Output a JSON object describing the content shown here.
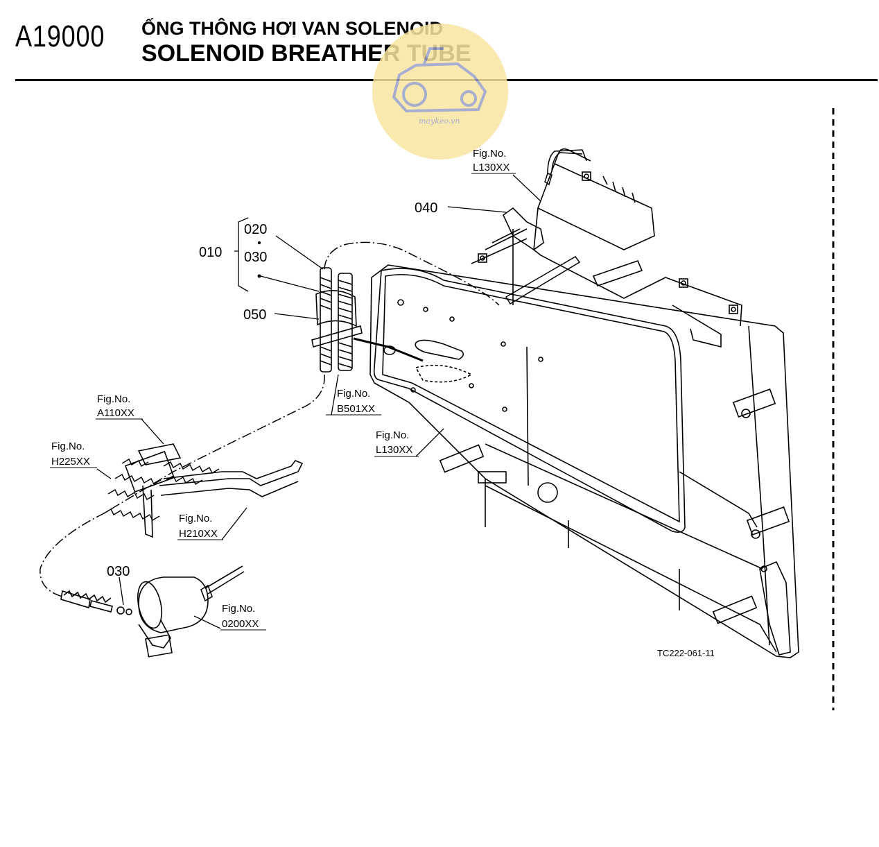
{
  "header": {
    "code": "A19000",
    "title_vi": "ỐNG THÔNG HƠI VAN SOLENOID",
    "title_en": "SOLENOID BREATHER TUBE"
  },
  "watermark": {
    "text": "maykeo.vn",
    "color": "#f8e6a0",
    "icon": "tractor-icon"
  },
  "callouts": {
    "p010": "010",
    "p020": "020",
    "p030": "030",
    "p050": "050",
    "p040": "040",
    "p030b": "030"
  },
  "fig_refs": {
    "caption": "Fig.No.",
    "l130_top": "L130XX",
    "b501": "B501XX",
    "l130_mid": "L130XX",
    "a110": "A110XX",
    "h225": "H225XX",
    "h210": "H210XX",
    "o200": "0200XX"
  },
  "drawing_code": "TC222-061-11"
}
